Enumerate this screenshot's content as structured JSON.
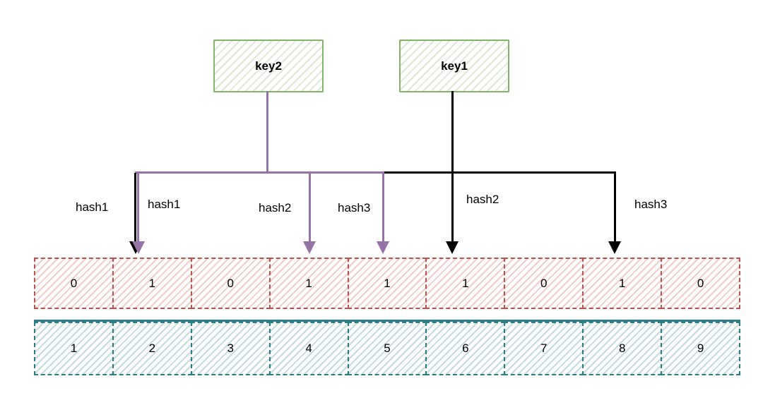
{
  "diagram": {
    "type": "bloom-filter",
    "keys": [
      {
        "label": "key2",
        "line_color": "#9673a6"
      },
      {
        "label": "key1",
        "line_color": "#000000"
      }
    ],
    "hash_labels": [
      {
        "text": "hash1",
        "source": "key1",
        "color": "#000000"
      },
      {
        "text": "hash1",
        "source": "key2",
        "color": "#9673a6"
      },
      {
        "text": "hash2",
        "source": "key2",
        "color": "#9673a6"
      },
      {
        "text": "hash3",
        "source": "key2",
        "color": "#9673a6"
      },
      {
        "text": "hash2",
        "source": "key1",
        "color": "#000000"
      },
      {
        "text": "hash3",
        "source": "key1",
        "color": "#000000"
      }
    ],
    "bit_array": {
      "values": [
        "0",
        "1",
        "0",
        "1",
        "1",
        "1",
        "0",
        "1",
        "0"
      ],
      "border_color": "#b85450",
      "fill_color": "#f5cdc5"
    },
    "index_array": {
      "values": [
        "1",
        "2",
        "3",
        "4",
        "5",
        "6",
        "7",
        "8",
        "9"
      ],
      "border_color": "#2d7d87",
      "fill_color": "#c5e4e8"
    },
    "colors": {
      "key_box_border": "#82b366",
      "key_box_fill": "#d9e9cf",
      "key2_line": "#9673a6",
      "key1_line": "#000000"
    }
  }
}
